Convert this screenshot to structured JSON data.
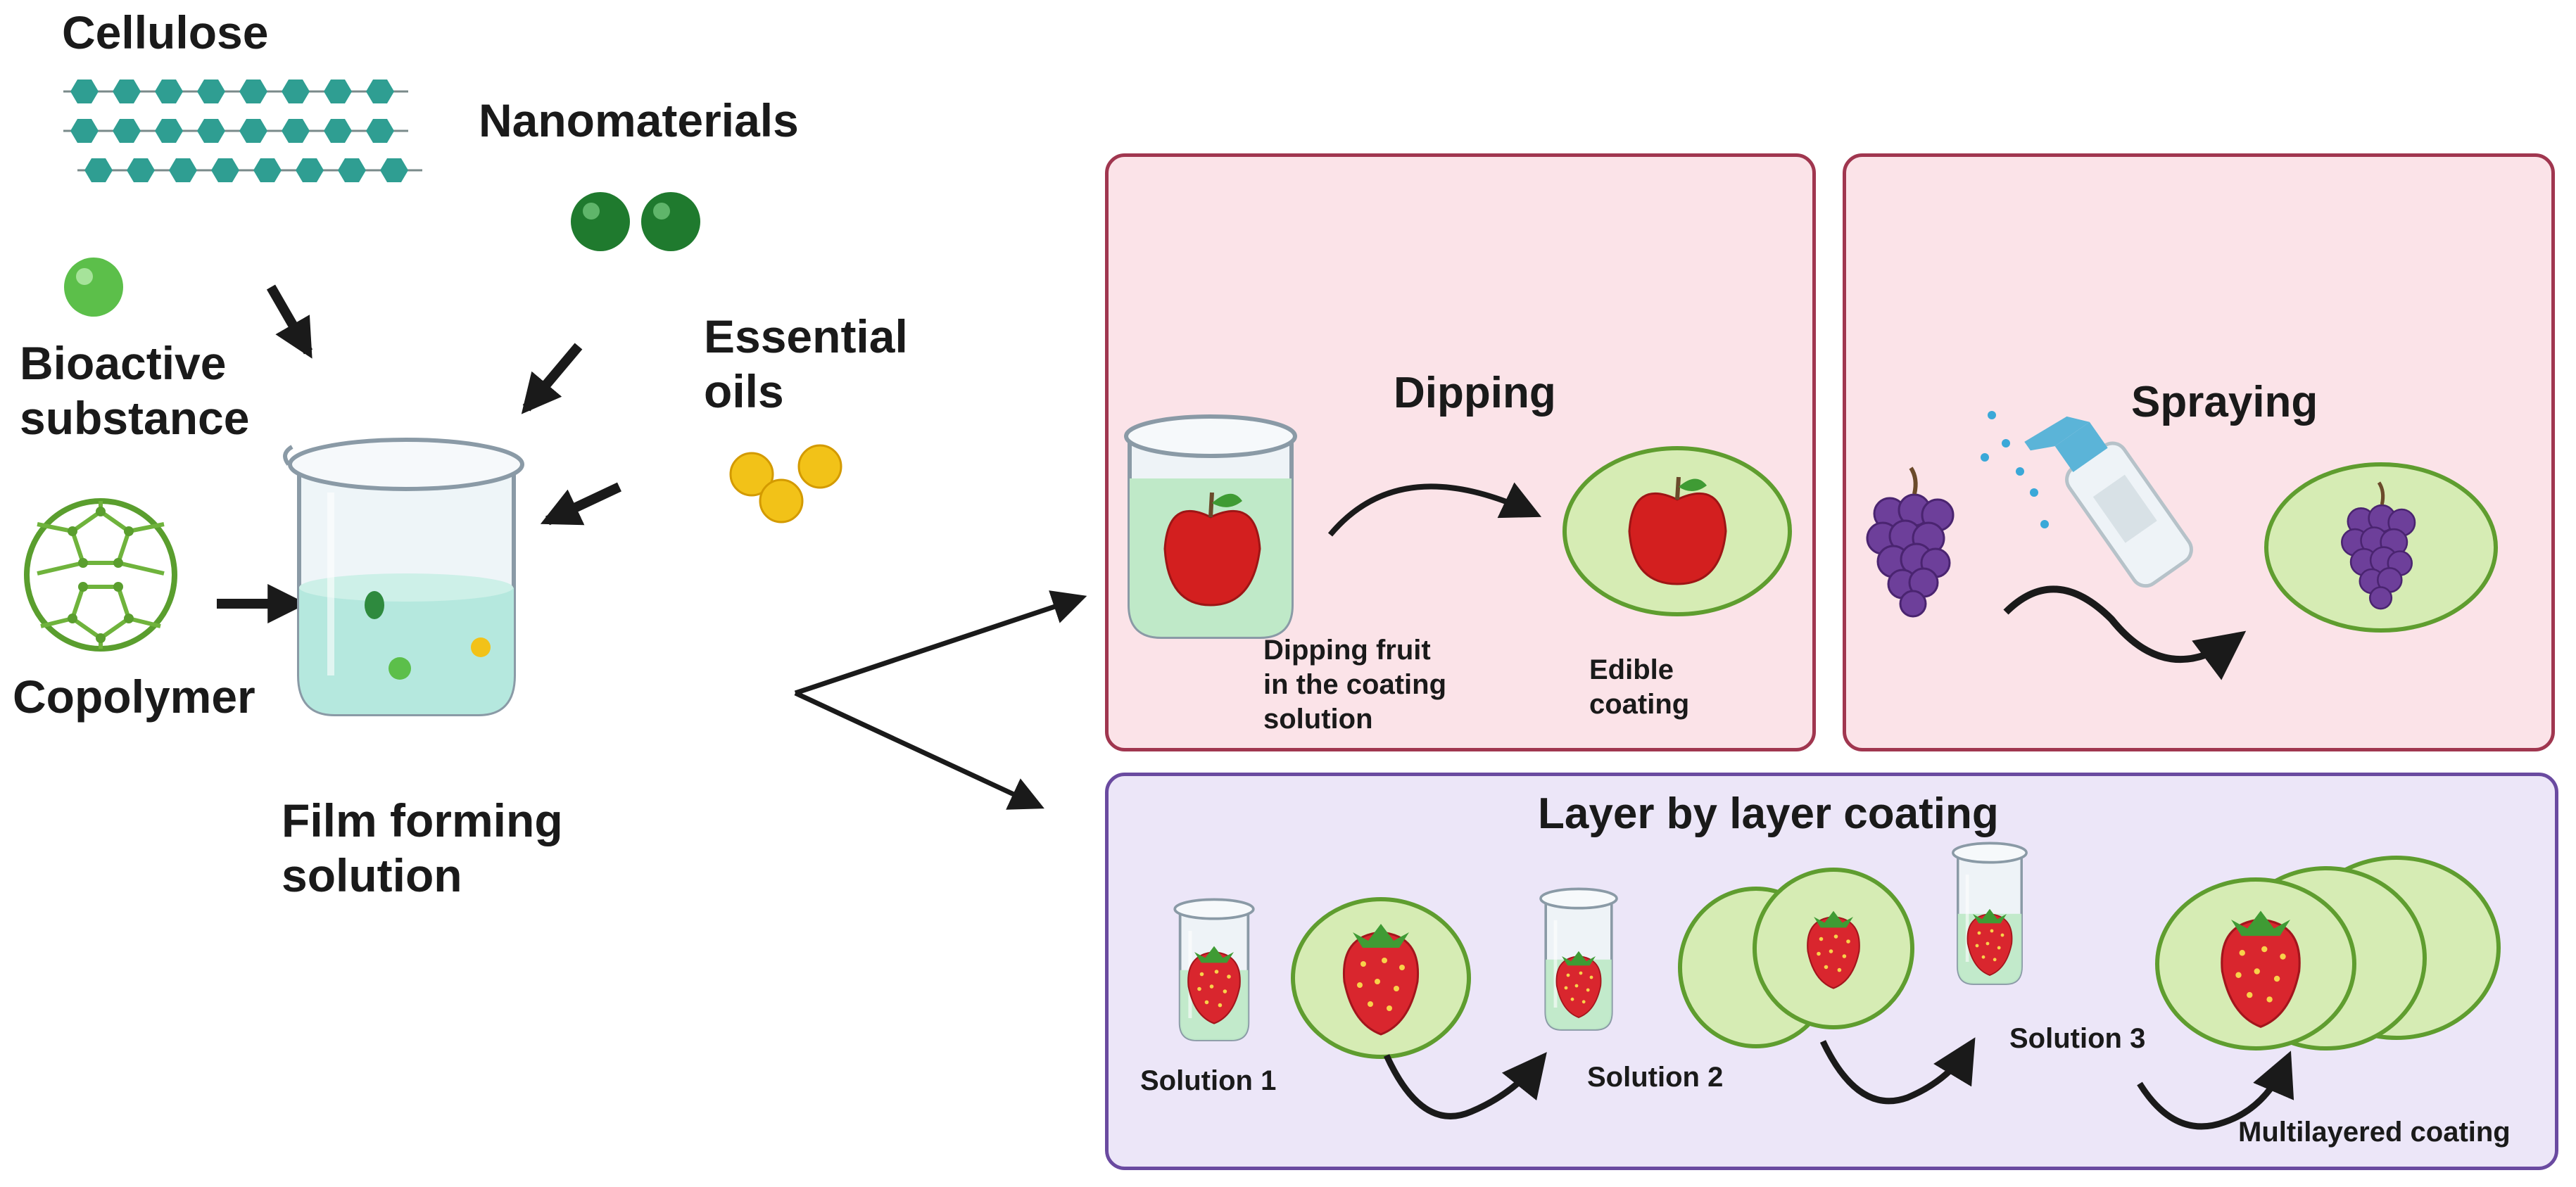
{
  "ingredients": {
    "cellulose": "Cellulose",
    "nanomaterials": "Nanomaterials",
    "bioactive": "Bioactive\nsubstance",
    "essential_oils": "Essential\noils",
    "copolymer": "Copolymer"
  },
  "film_solution": "Film forming\nsolution",
  "methods": {
    "dipping": {
      "title": "Dipping",
      "step_label": "Dipping fruit\nin the coating\nsolution",
      "result_label": "Edible\ncoating"
    },
    "spraying": {
      "title": "Spraying"
    },
    "layer_by_layer": {
      "title": "Layer by layer coating",
      "solution_1": "Solution 1",
      "solution_2": "Solution 2",
      "solution_3": "Solution 3",
      "result_label": "Multilayered coating"
    }
  },
  "colors": {
    "cellulose": "#2f9e92",
    "nanomaterial": "#1f7a2e",
    "bioactive": "#5cbf4a",
    "essential_oil": "#f2c218",
    "copolymer": "#7cc243",
    "solution": "#b5e8de",
    "coating": "#d6ecb4",
    "coating_border": "#5f9d2f",
    "panel_pink": "#fbe3e8",
    "panel_purple": "#ece6f8",
    "apple": "#d31f1f",
    "strawberry": "#d9262e",
    "grape": "#6d3f9a"
  }
}
